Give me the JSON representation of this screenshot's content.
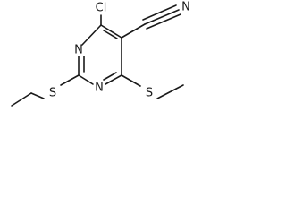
{
  "molecule": {
    "atoms": {
      "chlorine": "Cl",
      "nitrogen_nitrile": "N",
      "nitrogen_ring_left": "N",
      "nitrogen_ring_lower": "N",
      "sulfur_left": "S",
      "sulfur_right": "S"
    },
    "colors": {
      "ink": "#1a1a1a",
      "background": "#ffffff"
    }
  }
}
